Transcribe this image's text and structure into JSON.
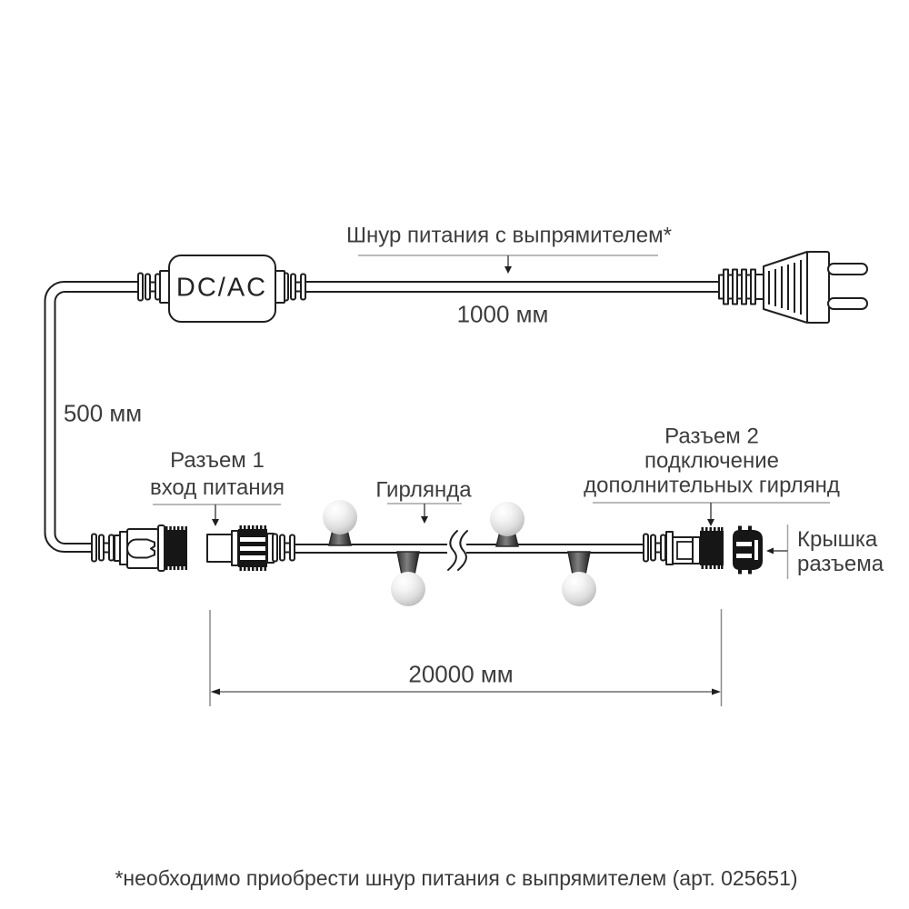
{
  "adapter": {
    "label": "DC/AC"
  },
  "labels": {
    "power_cord": "Шнур питания с выпрямителем*",
    "cord_length": "1000 мм",
    "lead_length": "500 мм",
    "connector1": [
      "Разъем 1",
      "вход питания"
    ],
    "garland": "Гирлянда",
    "connector2": [
      "Разъем 2",
      "подключение",
      "дополнительных гирлянд"
    ],
    "cap": [
      "Крышка",
      "разъема"
    ],
    "garland_length": "20000 мм"
  },
  "footnote": "*необходимо приобрести шнур питания с выпрямителем (арт. 025651)",
  "colors": {
    "line": "#1f1f1f",
    "text": "#3d3d3d",
    "leader": "#a3a3a3",
    "connector_black": "#161616"
  }
}
